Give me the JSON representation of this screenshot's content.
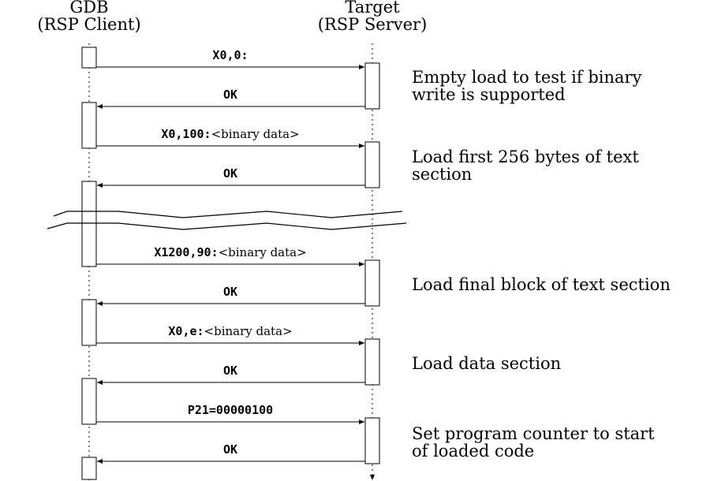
{
  "client": {
    "name": "GDB",
    "role": "(RSP Client)"
  },
  "server": {
    "name": "Target",
    "role": "(RSP Server)"
  },
  "exchanges": [
    {
      "command": "X0,0:",
      "payload": "",
      "reply": "OK",
      "note": [
        "Empty load to test if binary",
        "write is supported"
      ]
    },
    {
      "command": "X0,100:",
      "payload": "<binary data>",
      "reply": "OK",
      "note": [
        "Load first 256 bytes of text",
        "section"
      ]
    },
    {
      "command": "X1200,90:",
      "payload": "<binary data>",
      "reply": "OK",
      "note": [
        "Load final block of text section"
      ]
    },
    {
      "command": "X0,e:",
      "payload": "<binary data>",
      "reply": "OK",
      "note": [
        "Load data section"
      ]
    },
    {
      "command": "P21=00000100",
      "payload": "",
      "reply": "OK",
      "note": [
        "Set program counter to start",
        "of loaded code"
      ]
    }
  ]
}
